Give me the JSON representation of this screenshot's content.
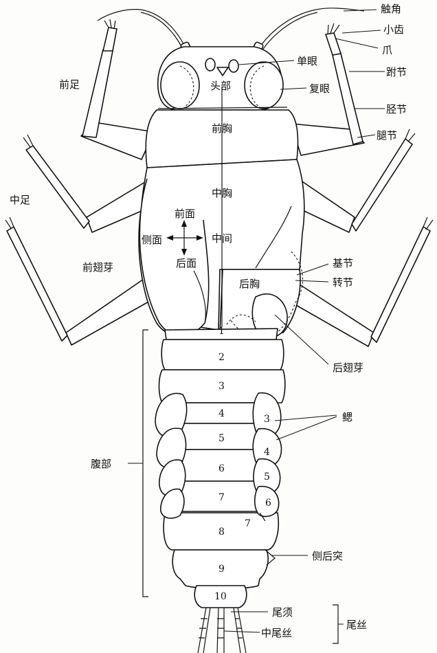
{
  "labels": {
    "antenna": "触角",
    "denticles": "小齿",
    "claw": "爪",
    "ocellus": "单眼",
    "foreleg": "前足",
    "tarsus": "跗节",
    "compound_eye": "复眼",
    "head": "头部",
    "tibia": "胫节",
    "prothorax": "前胸",
    "femur": "腿节",
    "midleg": "中足",
    "mesothorax": "中胸",
    "anterior": "前面",
    "lateral": "侧面",
    "median": "中间",
    "posterior": "后面",
    "coxa": "基节",
    "forewing_pad": "前翅芽",
    "metathorax": "后胸",
    "trochanter": "转节",
    "hindwing_pad": "后翅芽",
    "gills": "鳃",
    "abdomen": "腹部",
    "posterolateral_spine": "侧后突",
    "cerci": "尾须",
    "median_filament": "中尾丝",
    "caudal_filaments": "尾丝"
  },
  "segments": [
    "1",
    "2",
    "3",
    "4",
    "5",
    "6",
    "7",
    "8",
    "9",
    "10"
  ],
  "gill_numbers": [
    "3",
    "4",
    "5",
    "6",
    "7"
  ]
}
